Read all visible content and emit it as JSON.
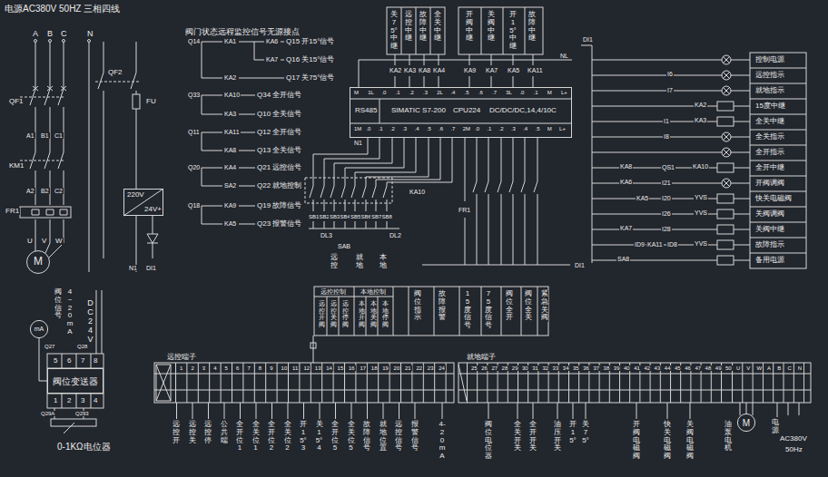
{
  "diagram": {
    "nodes": [
      {
        "text": [
          "RS485",
          "SIMATIC S7-200",
          "CPU224",
          "DC/DC/DC,14,4/10C"
        ]
      },
      {
        "text": [
          "220V",
          "24V+"
        ]
      },
      {
        "text": [
          "M"
        ]
      },
      {
        "text": [
          "阀位变送器"
        ]
      },
      {
        "text": [
          "mA"
        ]
      },
      {
        "text": [
          "M"
        ]
      }
    ],
    "edges": [
      {
        "from": 3,
        "to": 4,
        "arrow": "none"
      }
    ],
    "labels": [
      "电源AC380V 50HZ 三相四线",
      "A",
      "B",
      "C",
      "N",
      "QF1",
      "KM1",
      "FR1",
      "A1",
      "B1",
      "C1",
      "A2",
      "B2",
      "C2",
      "U",
      "V",
      "W",
      "QF2",
      "FU",
      "N1",
      "DI1",
      "阀门状态远程监控信号无源接点",
      "Q14",
      "KA1",
      "KA6",
      "Q15 开15°信号",
      "KA7",
      "Q16 关15°信号",
      "KA2",
      "Q17 关75°信号",
      "Q33",
      "KA10",
      "Q34 全开信号",
      "KA3",
      "Q10 全关信号",
      "Q11",
      "KA11",
      "Q12 全开信号",
      "KA8",
      "Q13 全关信号",
      "Q20",
      "KA4",
      "Q21 远控信号",
      "SA2",
      "Q22 就地控制",
      "Q18",
      "KA9",
      "Q19 故障信号",
      "KA5",
      "Q23 报警信号",
      "关75°中继",
      "远控中继",
      "故障中继",
      "全关中继",
      "开阀中继",
      "关阀中继",
      "开15°中继",
      "故障中继",
      "KA2",
      "KA3",
      "KA8",
      "KA4",
      "KA9",
      "KA7",
      "KA5",
      "KA11",
      "NL",
      "DI1",
      "M",
      "1L",
      ".0",
      ".1",
      ".2",
      ".3",
      "2L",
      ".4",
      ".5",
      ".6",
      ".7",
      "3L",
      ".0",
      ".1",
      "M",
      "L+",
      "1M",
      ".0",
      ".1",
      ".2",
      ".3",
      ".4",
      ".5",
      ".6",
      ".7",
      "2M",
      ".0",
      ".1",
      ".2",
      ".3",
      ".4",
      ".5",
      "M",
      "L+",
      "N1",
      "SB1",
      "SB2",
      "SB3",
      "SB4",
      "SB5",
      "SB6",
      "SB7",
      "SB8",
      "DL3",
      "DL2",
      "SAB",
      "远控",
      "就地",
      "本地",
      "FR1",
      "KA10",
      "DI1",
      "KA8",
      "KA6",
      "KA7",
      "SA8",
      "I6",
      "I7",
      "I1",
      "I8",
      "QS1",
      "I21",
      "KA5",
      "I20",
      "I26",
      "I28",
      "ID9",
      "KA11",
      "ID8",
      "KA2",
      "KA3",
      "KA10",
      "YVS",
      "YVS",
      "YVS",
      "控制电源",
      "远控指示",
      "就地指示",
      "15度中继",
      "全关中继",
      "全关指示",
      "全开指示",
      "全开中继",
      "开阀调阀",
      "快关电磁阀",
      "关阀调阀",
      "关阀中继",
      "故障指示",
      "备用电源",
      "远控控制",
      "本地控制",
      "远控开阀",
      "远控关阀",
      "远控停阀",
      "本地开阀",
      "本地关阀",
      "本地停阀",
      "阀位指示",
      "故障报警",
      "15度信号",
      "75度信号",
      "阀位全开",
      "阀位全关",
      "紧急关阀",
      "远控端子",
      "就地端子",
      "1",
      "2",
      "3",
      "4",
      "5",
      "6",
      "7",
      "8",
      "9",
      "10",
      "11",
      "12",
      "13",
      "14",
      "15",
      "16",
      "17",
      "18",
      "19",
      "20",
      "21",
      "22",
      "23",
      "24",
      "25",
      "26",
      "27",
      "28",
      "29",
      "30",
      "31",
      "32",
      "33",
      "34",
      "35",
      "36",
      "37",
      "38",
      "39",
      "40",
      "41",
      "42",
      "43",
      "44",
      "45",
      "46",
      "47",
      "48",
      "49",
      "50",
      "U",
      "V",
      "W",
      "A",
      "B",
      "C",
      "N",
      "远控开",
      "远控关",
      "远控停",
      "公共端",
      "全开位1",
      "全关位1",
      "全开位2",
      "全关位2",
      "开15°3",
      "关15°4",
      "全开位5",
      "全关位5",
      "故障信号",
      "就地位置",
      "远控信号",
      "报警信号",
      "4-20mA",
      "阀位电位器",
      "全关开关",
      "全开开关",
      "油压开关",
      "开15°",
      "关75°",
      "开阀电磁阀",
      "快关电磁阀",
      "关阀电磁阀",
      "油泵电机",
      "电源",
      "AC380V",
      "50Hz",
      "阀位信号",
      "4~20mA",
      "DC24V",
      "5",
      "6",
      "7",
      "8",
      "1",
      "2",
      "3",
      "4",
      "Q27",
      "Q28",
      "Q29A",
      "Q293",
      "0-1KΩ电位器"
    ]
  }
}
